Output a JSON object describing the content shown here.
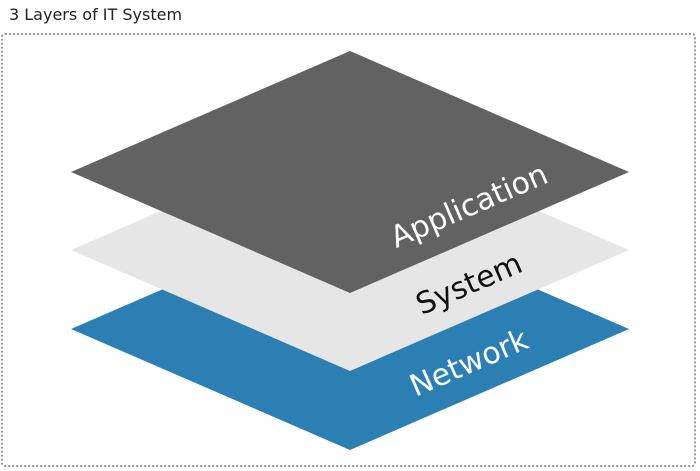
{
  "title": "3 Layers of IT System",
  "layers": [
    {
      "id": "network",
      "label": "Network",
      "fill": "#2b7fb3",
      "text_color": "#ffffff"
    },
    {
      "id": "system",
      "label": "System",
      "fill": "#e6e6e6",
      "text_color": "#111111"
    },
    {
      "id": "application",
      "label": "Application",
      "fill": "#636263",
      "text_color": "#ffffff"
    }
  ]
}
